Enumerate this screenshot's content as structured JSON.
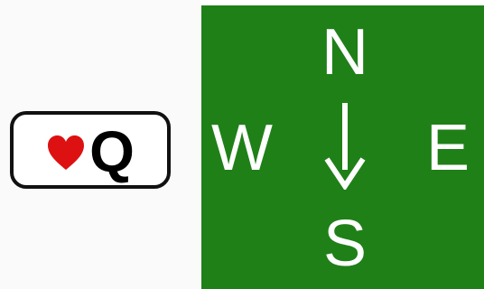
{
  "card": {
    "suit_icon": "heart-icon",
    "suit_color": "#dd1111",
    "rank": "Q"
  },
  "compass": {
    "background": "#1f8018",
    "north": "N",
    "west": "W",
    "east": "E",
    "south": "S",
    "arrow_direction": "down",
    "arrow_icon": "arrow-down-icon"
  }
}
